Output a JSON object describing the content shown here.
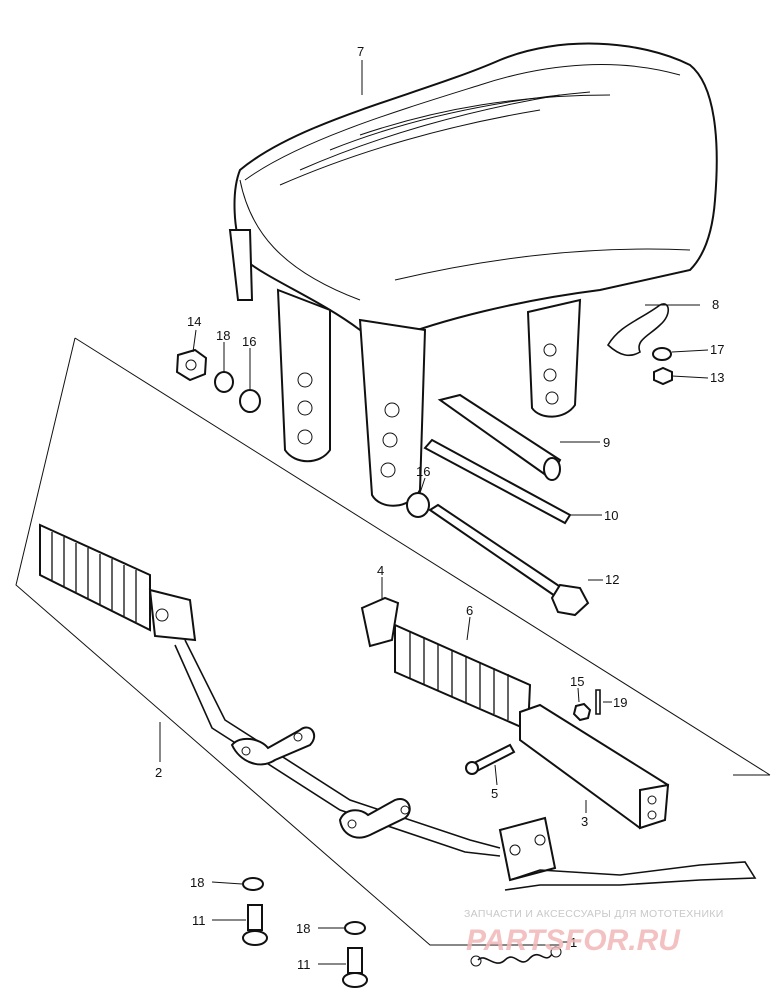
{
  "callouts": {
    "c1": "1",
    "c2": "2",
    "c3": "3",
    "c4": "4",
    "c5": "5",
    "c6": "6",
    "c7": "7",
    "c8": "8",
    "c9": "9",
    "c10": "10",
    "c11a": "11",
    "c11b": "11",
    "c12": "12",
    "c13": "13",
    "c14": "14",
    "c15": "15",
    "c16a": "16",
    "c16b": "16",
    "c17": "17",
    "c18a": "18",
    "c18b": "18",
    "c18c": "18",
    "c19": "19"
  },
  "watermark": {
    "caption": "ЗАПЧАСТИ И АКСЕССУАРЫ ДЛЯ МОТОТЕХНИКИ",
    "logo": "PARTSFOR.RU"
  }
}
